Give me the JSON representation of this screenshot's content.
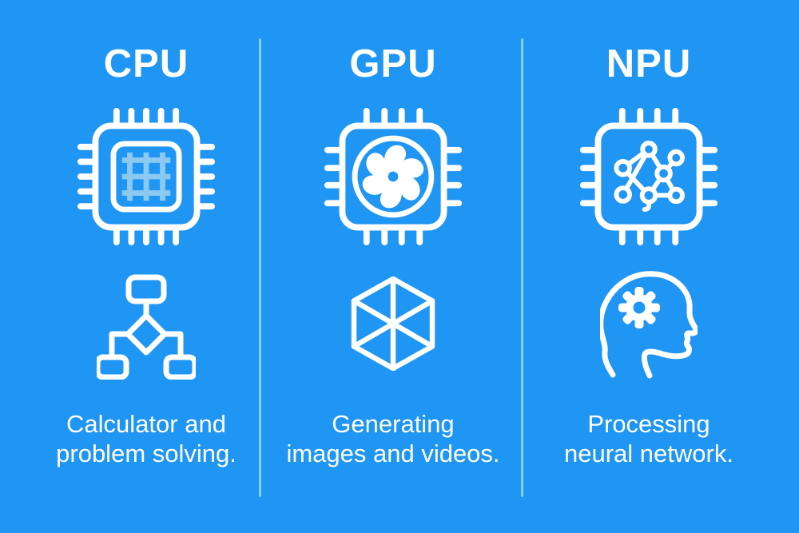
{
  "infographic": {
    "type": "processor-comparison",
    "colors": {
      "background": "#1f95f4",
      "divider": "#85d3f7",
      "icon_stroke": "#ffffff",
      "cpu_grid_accent": "#8cc9f1",
      "text": "#ffffff"
    },
    "columns": [
      {
        "id": "cpu",
        "title": "CPU",
        "chip_icon": "cpu-chip-grid-icon",
        "chip_symbol": "grid",
        "secondary_icon": "flowchart-icon",
        "caption": [
          "Calculator and",
          "problem solving."
        ]
      },
      {
        "id": "gpu",
        "title": "GPU",
        "chip_icon": "gpu-chip-fan-icon",
        "chip_symbol": "fan",
        "secondary_icon": "cube-icon",
        "caption": [
          "Generating",
          "images and videos."
        ]
      },
      {
        "id": "npu",
        "title": "NPU",
        "chip_icon": "npu-chip-network-icon",
        "chip_symbol": "neural-network",
        "secondary_icon": "head-gear-icon",
        "caption": [
          "Processing",
          "neural network."
        ]
      }
    ]
  }
}
